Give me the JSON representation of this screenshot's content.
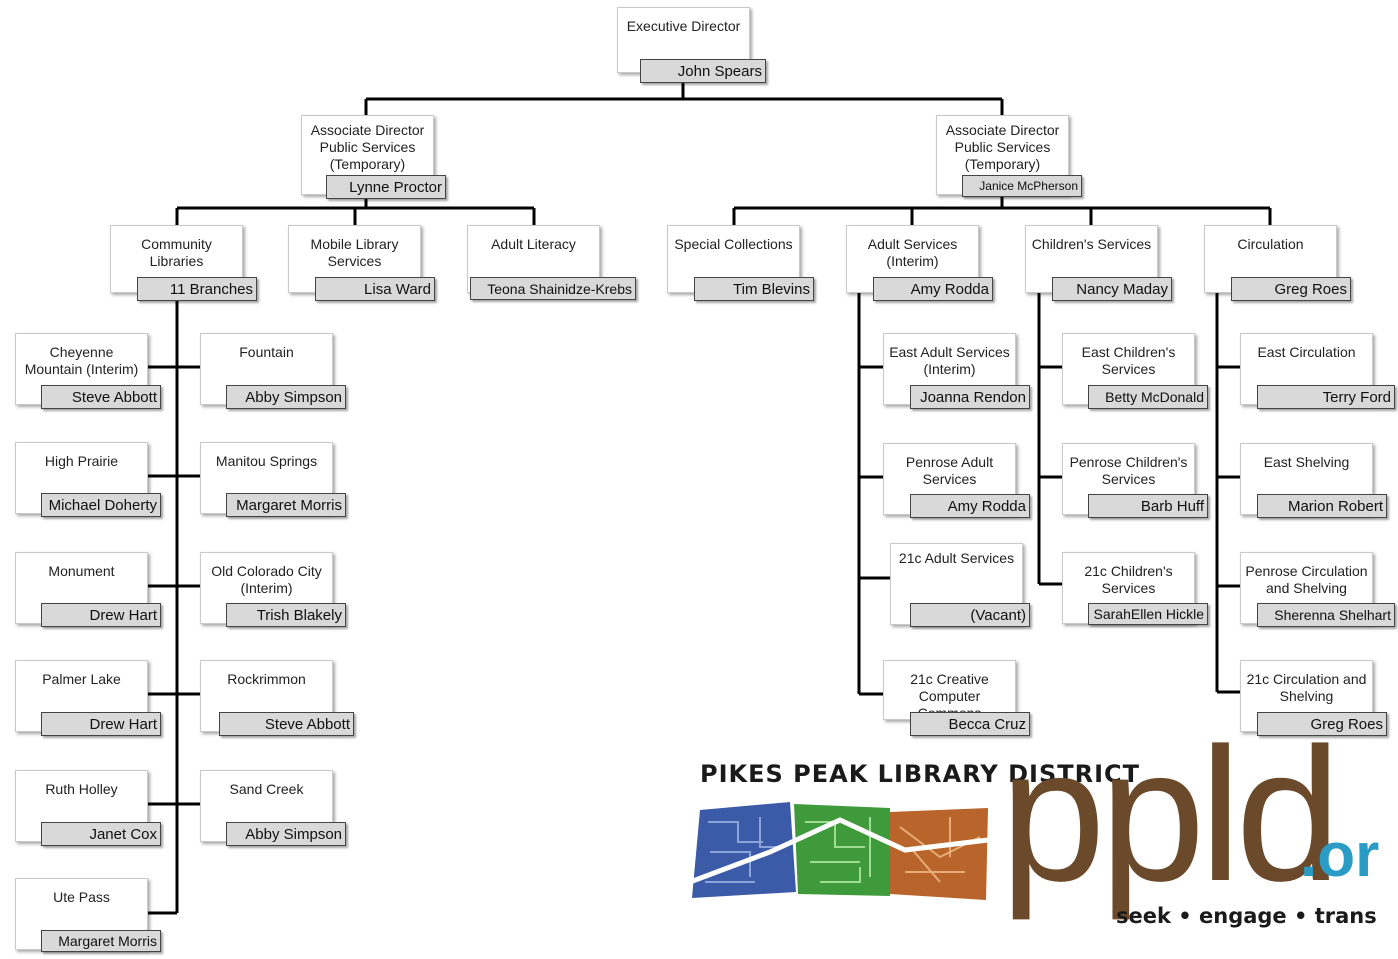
{
  "nodes": {
    "exec": {
      "title": "Executive Director",
      "name": "John Spears"
    },
    "ad1": {
      "title": "Associate Director\nPublic Services\n(Temporary)",
      "name": "Lynne Proctor"
    },
    "ad2": {
      "title": "Associate Director\nPublic Services\n(Temporary)",
      "name": "Janice McPherson"
    },
    "community": {
      "title": "Community Libraries",
      "name": "11 Branches"
    },
    "mobile": {
      "title": "Mobile Library\nServices",
      "name": "Lisa Ward"
    },
    "literacy": {
      "title": "Adult Literacy",
      "name": "Teona Shainidze-Krebs"
    },
    "special": {
      "title": "Special Collections",
      "name": "Tim Blevins"
    },
    "adult": {
      "title": "Adult Services\n(Interim)",
      "name": "Amy Rodda"
    },
    "children": {
      "title": "Children's  Services",
      "name": "Nancy Maday"
    },
    "circ": {
      "title": "Circulation",
      "name": "Greg Roes"
    },
    "cheyenne": {
      "title": "Cheyenne\nMountain (Interim)",
      "name": "Steve Abbott"
    },
    "fountain": {
      "title": "Fountain",
      "name": "Abby Simpson"
    },
    "highprairie": {
      "title": "High Prairie",
      "name": "Michael Doherty"
    },
    "manitou": {
      "title": "Manitou Springs",
      "name": "Margaret Morris"
    },
    "monument": {
      "title": "Monument",
      "name": "Drew Hart"
    },
    "oldcolorado": {
      "title": "Old Colorado City\n(Interim)",
      "name": "Trish Blakely"
    },
    "palmer": {
      "title": "Palmer Lake",
      "name": "Drew Hart"
    },
    "rockrimmon": {
      "title": "Rockrimmon",
      "name": "Steve Abbott"
    },
    "ruth": {
      "title": "Ruth Holley",
      "name": "Janet Cox"
    },
    "sandcreek": {
      "title": "Sand Creek",
      "name": "Abby Simpson"
    },
    "utepass": {
      "title": "Ute Pass",
      "name": "Margaret Morris"
    },
    "eastadult": {
      "title": "East Adult Services\n(Interim)",
      "name": "Joanna Rendon"
    },
    "penroseadult": {
      "title": "Penrose Adult\nServices",
      "name": "Amy Rodda"
    },
    "21cadult": {
      "title": "21c Adult Services",
      "name": "(Vacant)"
    },
    "21ccreative": {
      "title": "21c Creative\nComputer\nCommons",
      "name": "Becca Cruz"
    },
    "eastchildren": {
      "title": "East Children's\nServices",
      "name": "Betty McDonald"
    },
    "penrosechildren": {
      "title": "Penrose Children's\nServices",
      "name": "Barb Huff"
    },
    "21cchildren": {
      "title": "21c Children's\nServices",
      "name": "SarahEllen Hickle"
    },
    "eastcirc": {
      "title": "East Circulation",
      "name": "Terry Ford"
    },
    "eastshelving": {
      "title": "East Shelving",
      "name": "Marion Robert"
    },
    "penrosecirc": {
      "title": "Penrose Circulation\nand Shelving",
      "name": "Sherenna Shelhart"
    },
    "21ccirc": {
      "title": "21c Circulation and\nShelving",
      "name": "Greg Roes"
    }
  },
  "logo": {
    "title": "PIKES PEAK LIBRARY DISTRICT",
    "wordmark": "ppld",
    "suffix": ".or",
    "tagline": "seek • engage • trans",
    "colors": {
      "wordmark": "#6b4a2b",
      "suffix": "#2a9bc4",
      "tile1": "#3b5aa8",
      "tile2": "#3f9a3c",
      "tile3": "#b8642a"
    }
  }
}
